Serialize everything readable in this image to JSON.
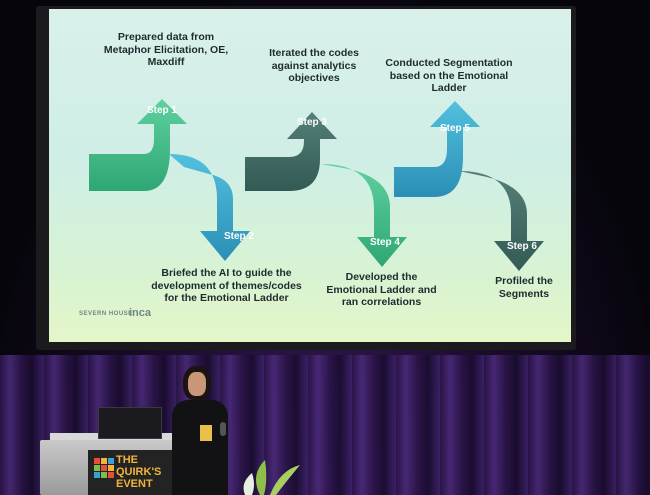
{
  "slide": {
    "steps": [
      "Step 1",
      "Step 2",
      "Step 3",
      "Step 4",
      "Step 5",
      "Step 6"
    ],
    "captions": {
      "step1": [
        "Prepared data from",
        "Metaphor Elicitation, OE,",
        "Maxdiff"
      ],
      "step2": [
        "Briefed the AI to guide the",
        "development of themes/codes",
        "for the Emotional Ladder"
      ],
      "step3": [
        "Iterated the codes",
        "against analytics",
        "objectives"
      ],
      "step4": [
        "Developed the",
        "Emotional Ladder and",
        "ran correlations"
      ],
      "step5": [
        "Conducted Segmentation",
        "based on the Emotional",
        "Ladder"
      ],
      "step6": [
        "Profiled the",
        "Segments"
      ]
    },
    "logos": [
      "SEVERN HOUSE",
      "inca"
    ]
  },
  "podium": {
    "sign": [
      "THE QUIRK'S",
      "EVENT"
    ]
  },
  "colors": {
    "arrow_green": "#3dba84",
    "arrow_blue": "#3aa8cc",
    "arrow_dark": "#3f6b64",
    "slide_bg": "#d4efe6"
  }
}
